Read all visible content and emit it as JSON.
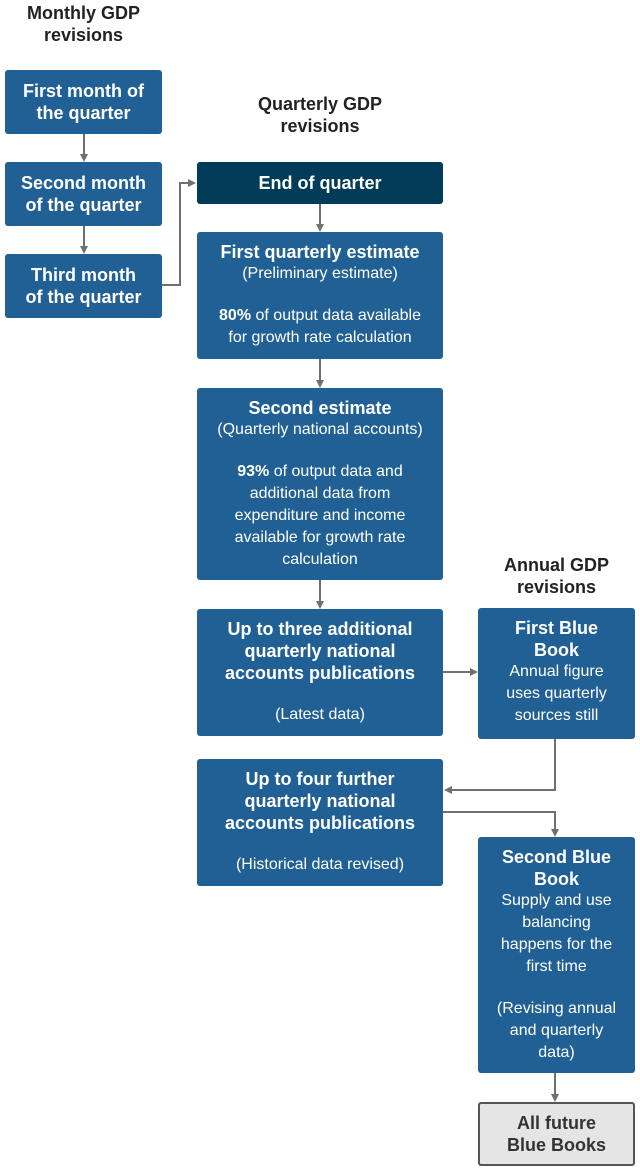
{
  "headings": {
    "monthly": "Monthly GDP\nrevisions",
    "quarterly": "Quarterly GDP\nrevisions",
    "annual": "Annual GDP\nrevisions"
  },
  "monthly": {
    "first": "First month of\nthe quarter",
    "second": "Second month\nof the quarter",
    "third": "Third month\nof the quarter"
  },
  "quarterly": {
    "end": "End of quarter",
    "first_title": "First quarterly estimate",
    "first_sub": "(Preliminary estimate)",
    "first_pct": "80%",
    "first_text": " of output data available\nfor growth rate calculation",
    "second_title": "Second estimate",
    "second_sub": "(Quarterly national accounts)",
    "second_pct": "93%",
    "second_text": " of output data and\nadditional data from\nexpenditure and income\navailable for growth rate\ncalculation",
    "three_title": "Up to three additional\nquarterly national\naccounts publications",
    "three_sub": "(Latest data)",
    "four_title": "Up to four further\nquarterly national\naccounts publications",
    "four_sub": "(Historical data revised)"
  },
  "annual": {
    "first_title": "First Blue\nBook",
    "first_text": "Annual figure\nuses quarterly\nsources still",
    "second_title": "Second Blue\nBook",
    "second_text": "Supply and use\nbalancing\nhappens for the\nfirst time",
    "second_note": "(Revising annual\nand quarterly\ndata)",
    "future": "All future\nBlue Books"
  },
  "colors": {
    "box_blue": "#206095",
    "box_dark": "#003c57",
    "arrow": "#707070",
    "future_bg": "#e5e5e5"
  }
}
